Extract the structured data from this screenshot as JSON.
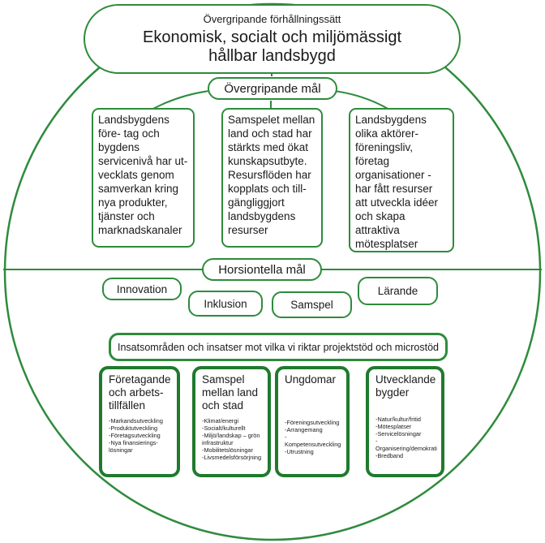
{
  "header": {
    "subtitle": "Övergripande förhållningssätt",
    "title_line1": "Ekonomisk, socialt och miljömässigt",
    "title_line2": "hållbar landsbygd"
  },
  "overall_goals": {
    "title": "Övergripande mål",
    "goals": [
      "Landsbygdens före- tag och bygdens servicenivå har ut- vecklats genom samverkan kring nya produkter, tjänster och marknadskanaler",
      "Samspelet mellan land och stad har stärkts med ökat kunskapsutbyte. Resursflöden har kopplats och till- gängliggjort landsbygdens resurser",
      "Landsbygdens olika aktörer- föreningsliv, företag organisationer - har fått resurser att utveckla idéer och skapa attraktiva mötesplatser"
    ]
  },
  "horizontal_goals": {
    "title": "Horsiontella mål",
    "items": [
      "Innovation",
      "Inklusion",
      "Samspel",
      "Lärande"
    ]
  },
  "focus_areas": {
    "title": "Insatsområden och insatser mot vilka vi riktar projektstöd och microstöd",
    "areas": [
      {
        "title": "Företagande och arbets- tillfällen",
        "items": [
          "Markandsutveckling",
          "Produktutveckling",
          "Företagsutveckling",
          "Nya finansierings- lösningar"
        ]
      },
      {
        "title": "Samspel mellan land och stad",
        "items": [
          "Klimat/energi",
          "Socialt/kulturellt",
          "Miljö/landskap – grön infrastruktur",
          "Mobilitetslösningar",
          "Livsmedelsförsörjning"
        ]
      },
      {
        "title": "Ungdomar",
        "items": [
          "Föreningsutveckling",
          "Arrangemang",
          "Kompetensutveckling",
          "Utrustning"
        ]
      },
      {
        "title": "Utvecklande bygder",
        "items": [
          "Natur/kultur/fritid",
          "Mötesplatser",
          "Servicelösningar",
          "Organisering/demokrati",
          "Bredband"
        ]
      }
    ]
  },
  "colors": {
    "accent": "#2e8b3c",
    "tile_border": "#1f7a2e",
    "text": "#1a1a1a"
  }
}
